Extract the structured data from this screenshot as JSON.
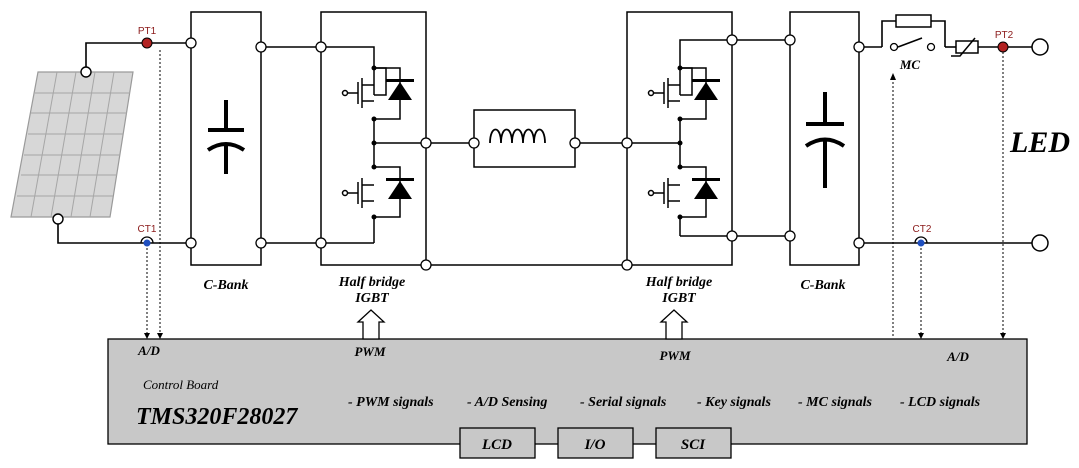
{
  "labels": {
    "pt1": "PT1",
    "ct1": "CT1",
    "pt2": "PT2",
    "ct2": "CT2",
    "mc": "MC",
    "led": "LED",
    "cbank_left": "C-Bank",
    "cbank_right": "C-Bank",
    "hb_left_line1": "Half bridge",
    "hb_left_line2": "IGBT",
    "hb_right_line1": "Half bridge",
    "hb_right_line2": "IGBT",
    "ad_left": "A/D",
    "ad_right": "A/D",
    "pwm_left": "PWM",
    "pwm_right": "PWM"
  },
  "control_board": {
    "caption": "Control Board",
    "chip": "TMS320F28027",
    "signals": [
      "- PWM signals",
      "- A/D Sensing",
      "- Serial signals",
      "- Key signals",
      "- MC signals",
      "- LCD signals"
    ],
    "ports": [
      "LCD",
      "I/O",
      "SCI"
    ]
  },
  "colors": {
    "board_fill": "#c8c8c8",
    "pt_sensor": "#b22222",
    "ct_sensor": "#1f4fbf",
    "label_red": "#8b1a1a",
    "panel_fill": "#d7d7d7",
    "panel_grid": "#9a9a9a"
  }
}
